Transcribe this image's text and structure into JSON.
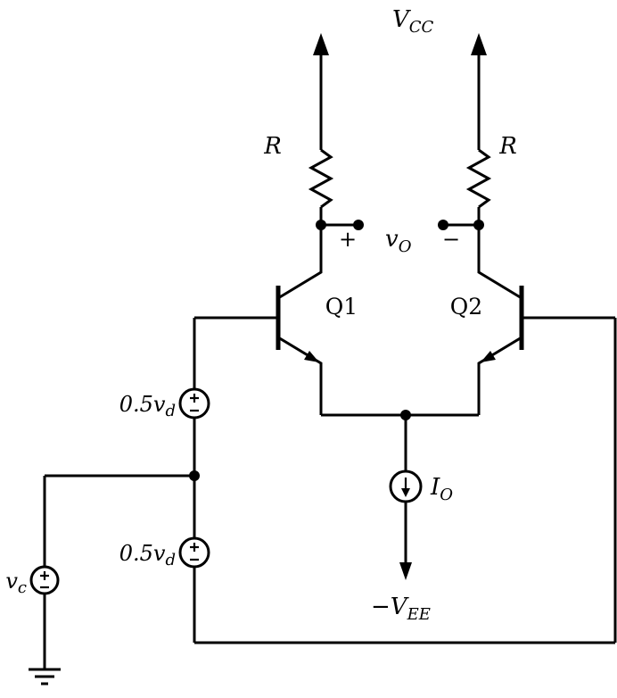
{
  "diagram": {
    "type": "circuit-schematic",
    "description": "BJT differential amplifier pair with tail current source"
  },
  "labels": {
    "vcc": {
      "base": "V",
      "sub": "CC"
    },
    "r_left": "R",
    "r_right": "R",
    "vo_plus": "+",
    "vo": {
      "base": "v",
      "sub": "O"
    },
    "vo_minus": "−",
    "q1": "Q1",
    "q2": "Q2",
    "vd_top": {
      "base": "0.5v",
      "sub": "d"
    },
    "vd_bottom": {
      "base": "0.5v",
      "sub": "d"
    },
    "vc": {
      "base": "v",
      "sub": "c"
    },
    "io": {
      "base": "I",
      "sub": "O"
    },
    "vee": {
      "base": "−V",
      "sub": "EE"
    }
  },
  "colors": {
    "ink": "#000000",
    "background": "#ffffff"
  }
}
